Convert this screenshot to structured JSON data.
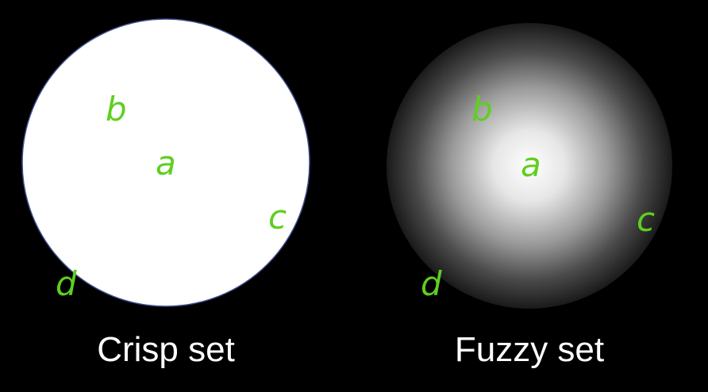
{
  "colors": {
    "background": "#000000",
    "crisp_fill": "#ffffff",
    "crisp_outline": "#3f4f8f",
    "fuzzy_center": "#ffffff",
    "fuzzy_edge": "#000000",
    "point_labels": "#5fcf1f",
    "captions": "#ffffff"
  },
  "crisp": {
    "caption": "Crisp set",
    "points": {
      "a": "a",
      "b": "b",
      "c": "c",
      "d": "d"
    }
  },
  "fuzzy": {
    "caption": "Fuzzy set",
    "points": {
      "a": "a",
      "b": "b",
      "c": "c",
      "d": "d"
    }
  }
}
